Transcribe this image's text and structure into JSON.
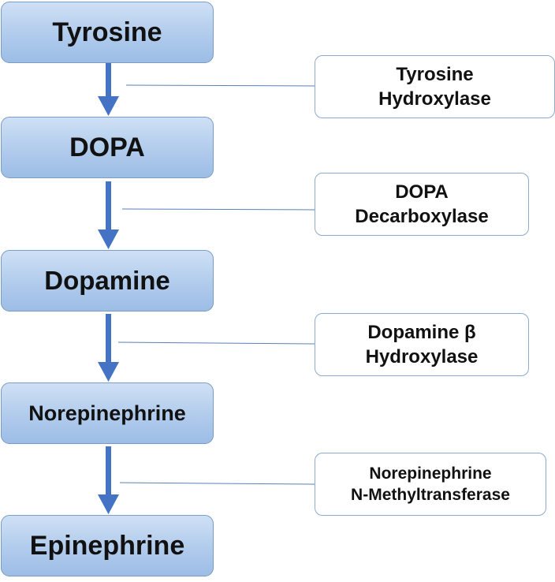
{
  "pathway": {
    "compounds": [
      {
        "label": "Tyrosine"
      },
      {
        "label": "DOPA"
      },
      {
        "label": "Dopamine"
      },
      {
        "label": "Norepinephrine"
      },
      {
        "label": "Epinephrine"
      }
    ],
    "enzymes": [
      {
        "line1": "Tyrosine",
        "line2": "Hydroxylase"
      },
      {
        "line1": "DOPA",
        "line2": "Decarboxylase"
      },
      {
        "line1": "Dopamine β",
        "line2": "Hydroxylase"
      },
      {
        "line1": "Norepinephrine",
        "line2": "N-Methyltransferase"
      }
    ]
  },
  "colors": {
    "arrow": "#4472c4",
    "connector": "#5b7fb5",
    "node_fill": "#b0cbec",
    "node_border": "#7a9cc9"
  }
}
